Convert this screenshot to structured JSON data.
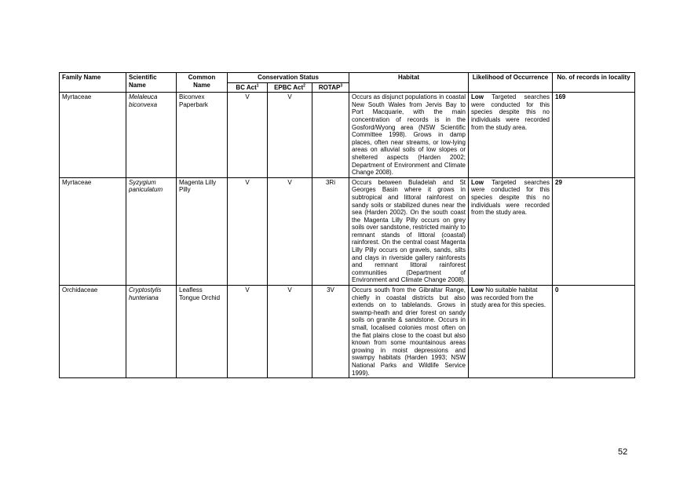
{
  "table": {
    "headers": {
      "family_name": "Family Name",
      "scientific_name": "Scientific Name",
      "common_name": "Common Name",
      "conservation_status": "Conservation Status",
      "bc_act": "BC Act",
      "bc_act_sup": "1",
      "epbc_act": "EPBC Act",
      "epbc_act_sup": "2",
      "rotap": "ROTAP",
      "rotap_sup": "3",
      "habitat": "Habitat",
      "likelihood": "Likelihood of Occurrence",
      "records": "No. of records in locality"
    },
    "rows": [
      {
        "family": "Myrtaceae",
        "scientific": "Melaleuca biconvexa",
        "common": "Biconvex Paperbark",
        "bc": "V",
        "epbc": "V",
        "rotap": "",
        "habitat": "Occurs as disjunct populations in coastal New South Wales from Jervis Bay to Port Macquarie, with the main concentration of records is in the Gosford/Wyong area (NSW Scientific Committee 1998). Grows in damp places, often near streams, or low-lying areas on alluvial soils of low slopes or sheltered aspects (Harden 2002; Department of Environment and Climate Change 2008).",
        "likelihood_label": "Low",
        "likelihood_text": "Targeted searches were conducted for this species despite this no individuals were recorded from the study area.",
        "records": "169"
      },
      {
        "family": "Myrtaceae",
        "scientific": "Syzygium paniculatum",
        "common": "Magenta Lilly Pilly",
        "bc": "V",
        "epbc": "V",
        "rotap": "3Ri",
        "habitat": "Occurs between Buladelah and St Georges Basin where it grows in subtropical and littoral rainforest on sandy soils or stabilized dunes near the sea (Harden 2002). On the south coast the Magenta Lilly Pilly occurs on grey soils over sandstone, restricted mainly to remnant stands of littoral (coastal) rainforest. On the central coast Magenta Lilly Pilly occurs on gravels, sands, silts and clays in riverside gallery rainforests and remnant littoral rainforest communities (Department of Environment and Climate Change 2008).",
        "likelihood_label": "Low",
        "likelihood_text": "Targeted searches were conducted for this species despite this no individuals were recorded from the study area.",
        "records": "29"
      },
      {
        "family": "Orchidaceae",
        "scientific": "Cryptostylis hunteriana",
        "common": "Leafless Tongue Orchid",
        "bc": "V",
        "epbc": "V",
        "rotap": "3V",
        "habitat": "Occurs south from the Gibraltar Range, chiefly in coastal districts but also extends on to tablelands. Grows in swamp-heath and drier forest on sandy soils on granite & sandstone. Occurs in small, localised colonies most often on the flat plains close to the coast but also known from some mountainous areas growing in moist depressions and swampy habitats (Harden 1993; NSW National Parks and Wildlife Service 1999).",
        "likelihood_label": "Low",
        "likelihood_text": "No suitable habitat was recorded from the study area for this species.",
        "records": "0"
      }
    ]
  },
  "page_number": "52"
}
